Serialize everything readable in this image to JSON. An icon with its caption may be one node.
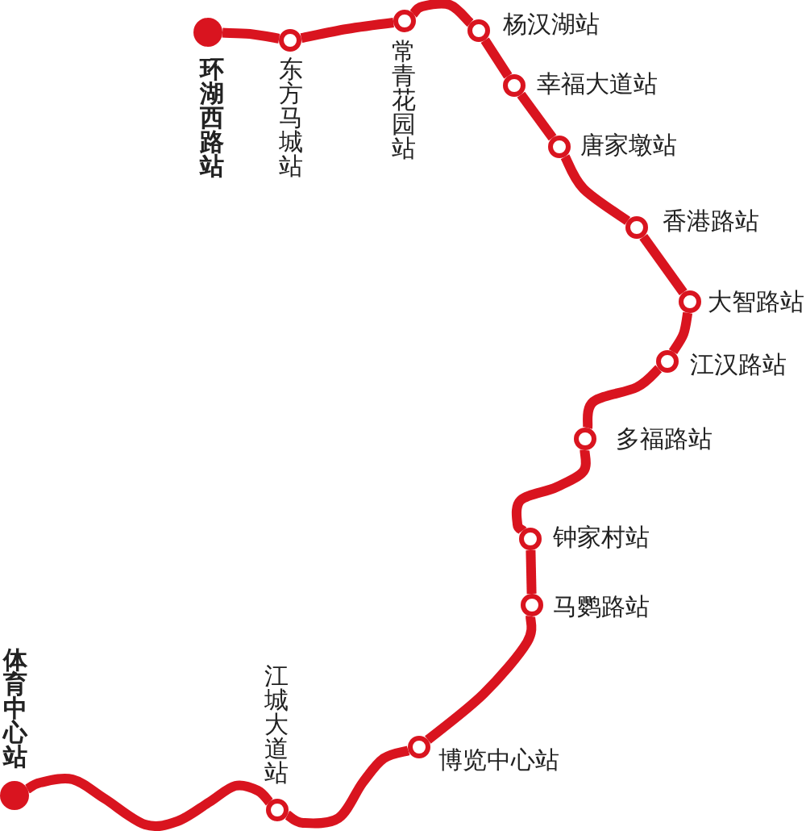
{
  "diagram": {
    "nodes": [
      {
        "text": [],
        "shape": "circle",
        "beside": [
          "环湖西路站"
        ]
      },
      {
        "text": [],
        "shape": "circle",
        "beside": [
          "东方马城站"
        ]
      },
      {
        "text": [],
        "shape": "circle",
        "beside": [
          "常青花园站"
        ]
      },
      {
        "text": [],
        "shape": "circle",
        "beside": [
          "杨汉湖站"
        ]
      },
      {
        "text": [],
        "shape": "circle",
        "beside": [
          "幸福大道站"
        ]
      },
      {
        "text": [],
        "shape": "circle",
        "beside": [
          "唐家墩站"
        ]
      },
      {
        "text": [],
        "shape": "circle",
        "beside": [
          "香港路站"
        ]
      },
      {
        "text": [],
        "shape": "circle",
        "beside": [
          "大智路站"
        ]
      },
      {
        "text": [],
        "shape": "circle",
        "beside": [
          "江汉路站"
        ]
      },
      {
        "text": [],
        "shape": "circle",
        "beside": [
          "多福路站"
        ]
      },
      {
        "text": [],
        "shape": "circle",
        "beside": [
          "钟家村站"
        ]
      },
      {
        "text": [],
        "shape": "circle",
        "beside": [
          "马鹦路站"
        ]
      },
      {
        "text": [],
        "shape": "circle",
        "beside": [
          "博览中心站"
        ]
      },
      {
        "text": [],
        "shape": "circle",
        "beside": [
          "江城大道站"
        ]
      },
      {
        "text": [],
        "shape": "circle",
        "beside": [
          "体育中心站"
        ]
      }
    ],
    "edges": [
      {
        "from": 0,
        "to": 1,
        "arrow": "none"
      },
      {
        "from": 1,
        "to": 2,
        "arrow": "none"
      },
      {
        "from": 2,
        "to": 3,
        "arrow": "none"
      },
      {
        "from": 3,
        "to": 4,
        "arrow": "none"
      },
      {
        "from": 4,
        "to": 5,
        "arrow": "none"
      },
      {
        "from": 5,
        "to": 6,
        "arrow": "none"
      },
      {
        "from": 6,
        "to": 7,
        "arrow": "none"
      },
      {
        "from": 7,
        "to": 8,
        "arrow": "none"
      },
      {
        "from": 8,
        "to": 9,
        "arrow": "none"
      },
      {
        "from": 9,
        "to": 10,
        "arrow": "none"
      },
      {
        "from": 10,
        "to": 11,
        "arrow": "none"
      },
      {
        "from": 11,
        "to": 12,
        "arrow": "none"
      },
      {
        "from": 12,
        "to": 13,
        "arrow": "none"
      },
      {
        "from": 13,
        "to": 14,
        "arrow": "none"
      }
    ]
  }
}
